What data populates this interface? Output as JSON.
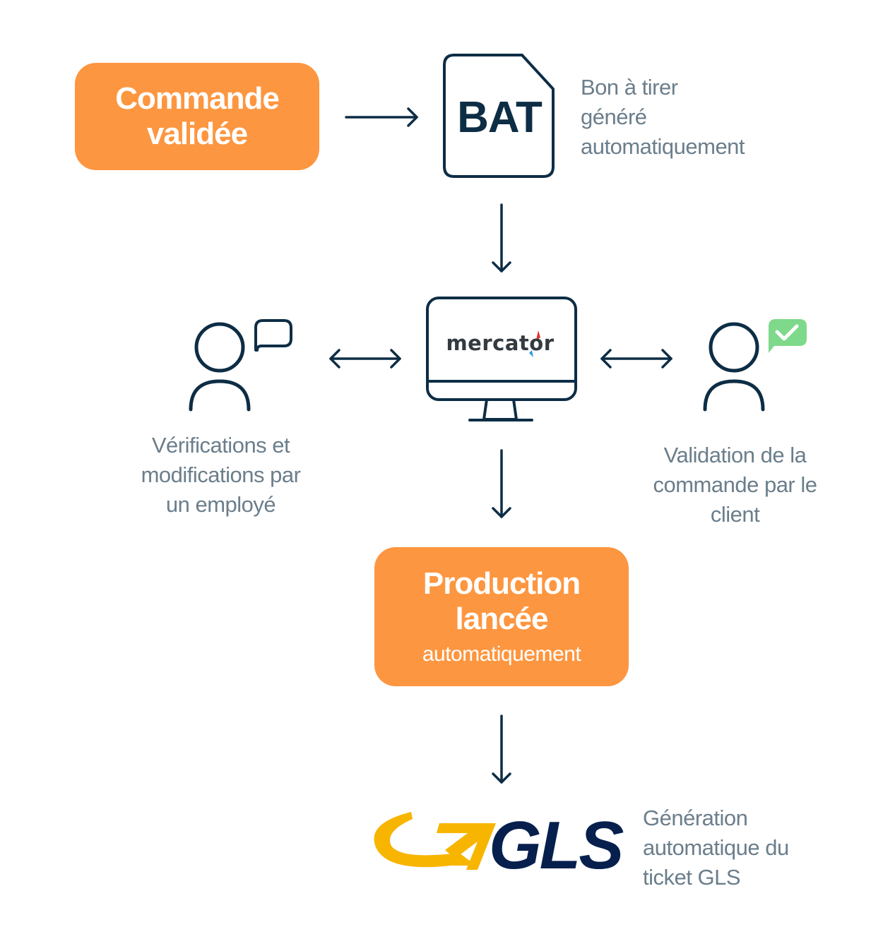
{
  "boxes": {
    "commande": {
      "line1": "Commande",
      "line2": "validée"
    },
    "production": {
      "line1": "Production",
      "line2": "lancée",
      "sub": "automatiquement"
    }
  },
  "bat": {
    "label": "BAT",
    "caption": [
      "Bon à tirer",
      "généré",
      "automatiquement"
    ]
  },
  "monitor": {
    "logo_text": "mercator",
    "accent_colors": [
      "#e2312e",
      "#2d9cdb"
    ]
  },
  "employee": {
    "icon": "person-speech-bubble-icon",
    "caption": [
      "Vérifications et",
      "modifications par",
      "un employé"
    ]
  },
  "client": {
    "icon": "person-check-bubble-icon",
    "caption": [
      "Validation de la",
      "commande par le",
      "client"
    ]
  },
  "gls": {
    "logo_text": "GLS",
    "caption": [
      "Génération",
      "automatique du",
      "ticket GLS"
    ],
    "colors": {
      "swoosh": "#f7b500",
      "text": "#061f4d"
    }
  },
  "colors": {
    "orange": "#fd9640",
    "navy": "#0d2d45",
    "gray_text": "#6b7e8b",
    "green": "#7ed98a"
  }
}
